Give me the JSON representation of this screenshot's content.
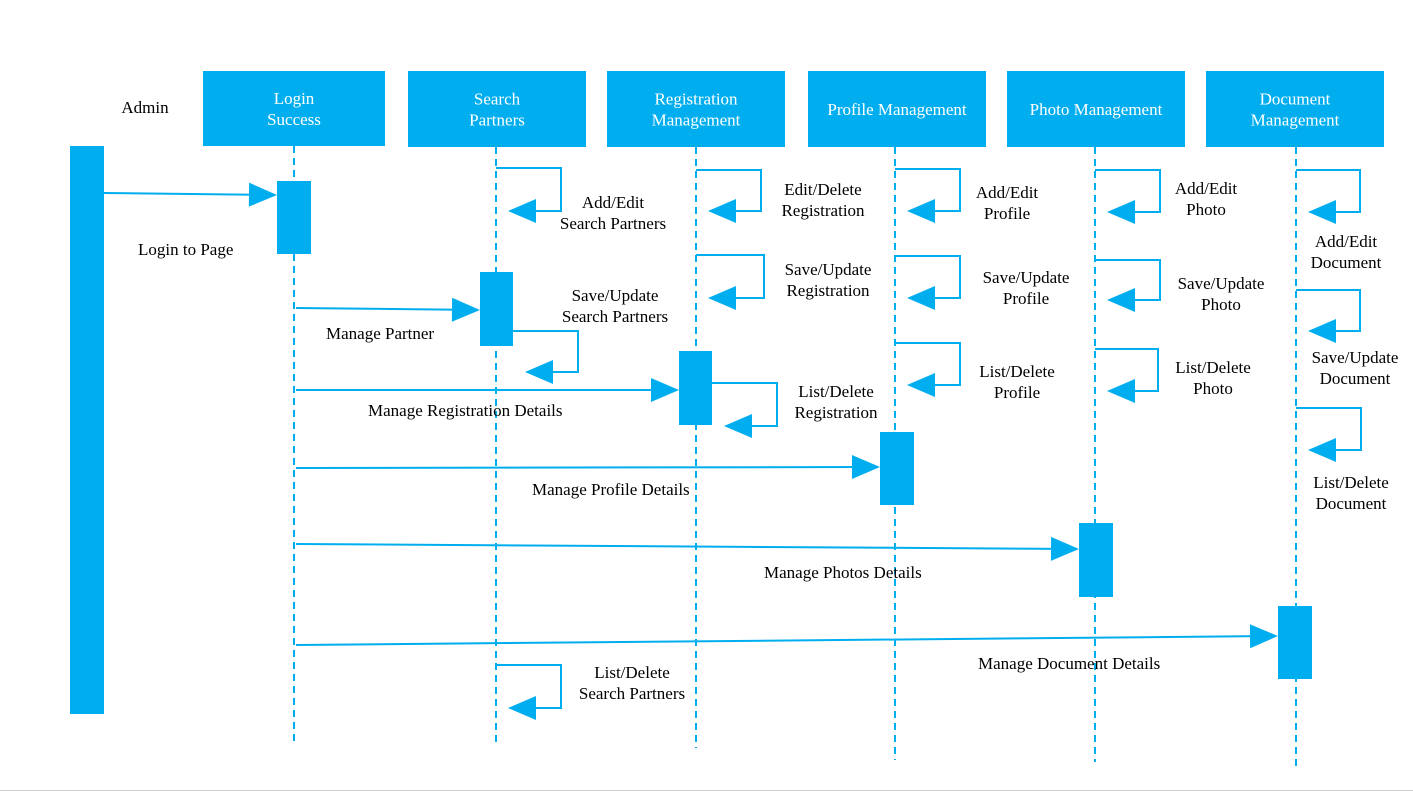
{
  "colors": {
    "accent": "#00AEEF",
    "text_on_accent": "#ffffff",
    "text": "#000000"
  },
  "actor": {
    "label": "Admin"
  },
  "lifelines": [
    {
      "id": "login",
      "label_lines": [
        "Login",
        "Success"
      ]
    },
    {
      "id": "search",
      "label_lines": [
        "Search",
        "Partners"
      ]
    },
    {
      "id": "registration",
      "label_lines": [
        "Registration",
        "Management"
      ]
    },
    {
      "id": "profile",
      "label_lines": [
        "Profile Management"
      ]
    },
    {
      "id": "photo",
      "label_lines": [
        "Photo Management"
      ]
    },
    {
      "id": "document",
      "label_lines": [
        "Document",
        "Management"
      ]
    }
  ],
  "messages": [
    {
      "from": "actor",
      "to": "login",
      "label": "Login to Page"
    },
    {
      "from": "login",
      "to": "search",
      "label": "Manage Partner"
    },
    {
      "from": "login",
      "to": "registration",
      "label": "Manage Registration Details"
    },
    {
      "from": "login",
      "to": "profile",
      "label": "Manage Profile Details"
    },
    {
      "from": "login",
      "to": "photo",
      "label": "Manage Photos Details"
    },
    {
      "from": "login",
      "to": "document",
      "label": "Manage Document Details"
    }
  ],
  "self_messages": [
    {
      "lifeline": "search",
      "label_lines": [
        "Add/Edit",
        "Search Partners"
      ]
    },
    {
      "lifeline": "search",
      "label_lines": [
        "Save/Update",
        "Search Partners"
      ]
    },
    {
      "lifeline": "search",
      "label_lines": [
        "List/Delete",
        "Search Partners"
      ]
    },
    {
      "lifeline": "registration",
      "label_lines": [
        "Edit/Delete",
        "Registration"
      ]
    },
    {
      "lifeline": "registration",
      "label_lines": [
        "Save/Update",
        "Registration"
      ]
    },
    {
      "lifeline": "registration",
      "label_lines": [
        "List/Delete",
        "Registration"
      ]
    },
    {
      "lifeline": "profile",
      "label_lines": [
        "Add/Edit",
        "Profile"
      ]
    },
    {
      "lifeline": "profile",
      "label_lines": [
        "Save/Update",
        "Profile"
      ]
    },
    {
      "lifeline": "profile",
      "label_lines": [
        "List/Delete",
        "Profile"
      ]
    },
    {
      "lifeline": "photo",
      "label_lines": [
        "Add/Edit",
        "Photo"
      ]
    },
    {
      "lifeline": "photo",
      "label_lines": [
        "Save/Update",
        "Photo"
      ]
    },
    {
      "lifeline": "photo",
      "label_lines": [
        "List/Delete",
        "Photo"
      ]
    },
    {
      "lifeline": "document",
      "label_lines": [
        "Add/Edit",
        "Document"
      ]
    },
    {
      "lifeline": "document",
      "label_lines": [
        "Save/Update",
        "Document"
      ]
    },
    {
      "lifeline": "document",
      "label_lines": [
        "List/Delete",
        "Document"
      ]
    }
  ]
}
